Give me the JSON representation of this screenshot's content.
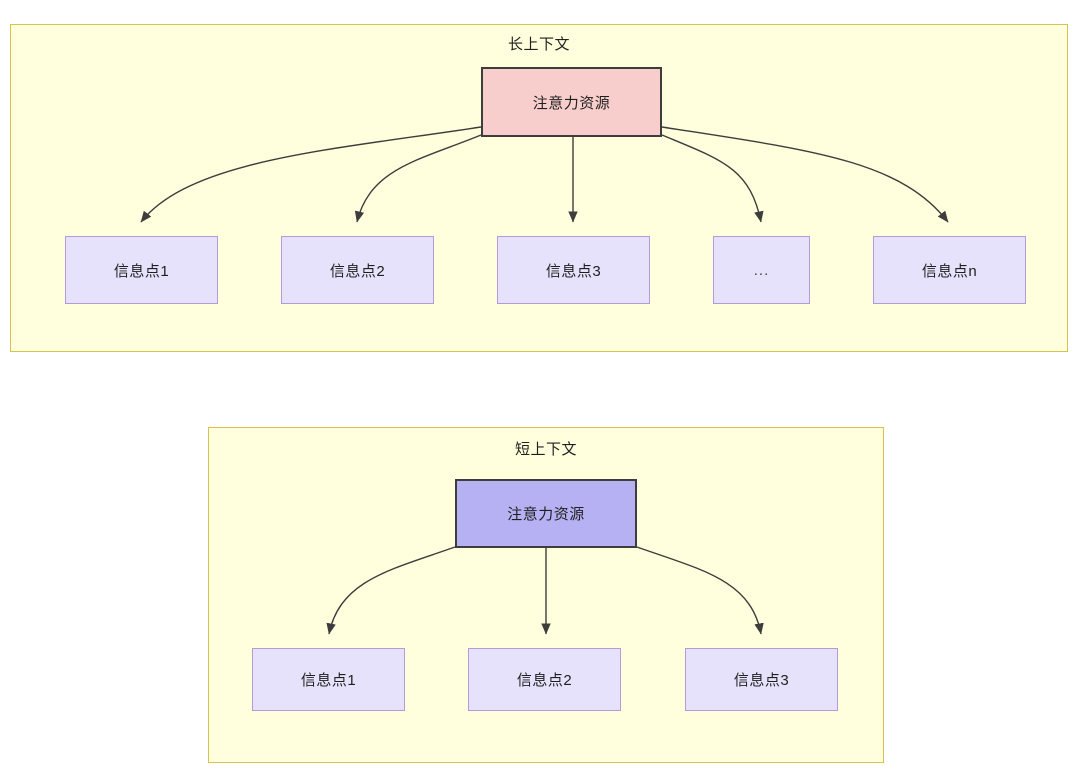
{
  "diagram": {
    "sections": [
      {
        "id": "long-context",
        "title": "长上下文",
        "root": {
          "label": "注意力资源",
          "fill": "#f8cecc",
          "stroke": "#3d3d3d"
        },
        "children": [
          {
            "label": "信息点1"
          },
          {
            "label": "信息点2"
          },
          {
            "label": "信息点3"
          },
          {
            "label": "..."
          },
          {
            "label": "信息点n"
          }
        ]
      },
      {
        "id": "short-context",
        "title": "短上下文",
        "root": {
          "label": "注意力资源",
          "fill": "#b5b1f2",
          "stroke": "#3d3d3d"
        },
        "children": [
          {
            "label": "信息点1"
          },
          {
            "label": "信息点2"
          },
          {
            "label": "信息点3"
          }
        ]
      }
    ],
    "colors": {
      "container_fill": "#ffffdd",
      "container_stroke": "#d6c44e",
      "info_fill": "#e7e2fb",
      "info_stroke": "#b69bdc",
      "edge_stroke": "#3d3d3d",
      "text": "#1f1f1f"
    }
  }
}
